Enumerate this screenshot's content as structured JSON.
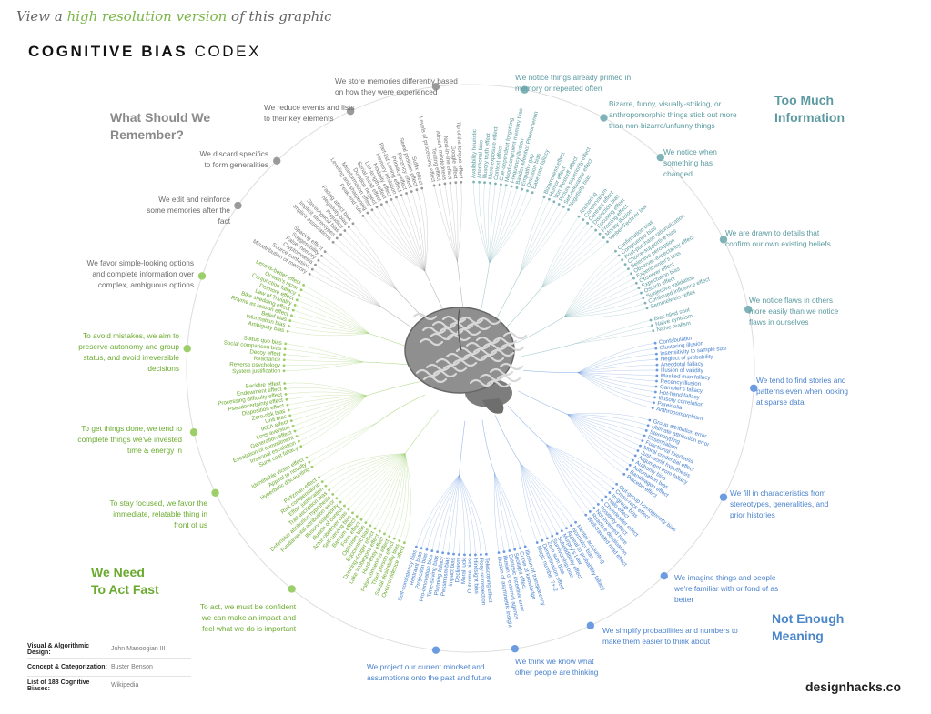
{
  "header": {
    "link_prefix": "View a ",
    "link_text": "high resolution version",
    "link_suffix": " of this graphic",
    "title_bold": "COGNITIVE BIAS",
    "title_light": "CODEX"
  },
  "quadrants": {
    "remember": {
      "line1": "What Should We",
      "line2": "Remember?"
    },
    "too_much": {
      "line1": "Too Much",
      "line2": "Information"
    },
    "act_fast": {
      "line1": "We Need",
      "line2": "To Act Fast"
    },
    "meaning": {
      "line1": "Not Enough",
      "line2": "Meaning"
    }
  },
  "colors": {
    "teal": "#7fb3b8",
    "blue": "#6b9be0",
    "green": "#9ccf6a",
    "gray": "#9a9a9a"
  },
  "categories": [
    {
      "desc": "We notice things already primed in memory or repeated often",
      "color": "teal",
      "biases": [
        "Availability heuristic",
        "Attentional bias",
        "Illusory truth effect",
        "Mere exposure effect",
        "Context effect",
        "Cue-dependent forgetting",
        "Mood-congruent memory bias",
        "Frequency illusion",
        "Baader-Meinhof Phenomenon",
        "Empathy gap",
        "Omission bias",
        "Base rate fallacy"
      ]
    },
    {
      "desc": "Bizarre, funny, visually-striking, or anthropomorphic things stick out more than non-bizarre/unfunny things",
      "color": "teal",
      "biases": [
        "Bizarreness effect",
        "Humor effect",
        "Von Restorff effect",
        "Picture superiority effect",
        "Self-relevance effect",
        "Negativity bias"
      ]
    },
    {
      "desc": "We notice when something has changed",
      "color": "teal",
      "biases": [
        "Anchoring",
        "Conservatism",
        "Contrast effect",
        "Distinction bias",
        "Focusing effect",
        "Framing effect",
        "Money illusion",
        "Weber-Fechner law"
      ]
    },
    {
      "desc": "We are drawn to details that confirm our own existing beliefs",
      "color": "teal",
      "biases": [
        "Confirmation bias",
        "Congruence bias",
        "Post-purchase rationalization",
        "Choice-supportive bias",
        "Selective perception",
        "Observer-expectancy effect",
        "Experimenter's bias",
        "Observer effect",
        "Expectation bias",
        "Ostrich effect",
        "Subjective validation",
        "Continued influence effect",
        "Semmelweis reflex"
      ]
    },
    {
      "desc": "We notice flaws in others more easily than we notice flaws in ourselves",
      "color": "teal",
      "biases": [
        "Bias blind spot",
        "Naïve cynicism",
        "Naïve realism"
      ]
    },
    {
      "desc": "We tend to find stories and patterns even when looking at sparse data",
      "color": "blue",
      "biases": [
        "Confabulation",
        "Clustering illusion",
        "Insensitivity to sample size",
        "Neglect of probability",
        "Anecdotal fallacy",
        "Illusion of validity",
        "Masked man fallacy",
        "Recency illusion",
        "Gambler's fallacy",
        "Hot-hand fallacy",
        "Illusory correlation",
        "Pareidolia",
        "Anthropomorphism"
      ]
    },
    {
      "desc": "We fill in characteristics from stereotypes, generalities, and prior histories",
      "color": "blue",
      "biases": [
        "Group attribution error",
        "Ultimate attribution error",
        "Stereotyping",
        "Essentialism",
        "Functional fixedness",
        "Moral credential effect",
        "Just-world hypothesis",
        "Argument from fallacy",
        "Authority bias",
        "Automation bias",
        "Bandwagon effect",
        "Placebo effect"
      ]
    },
    {
      "desc": "We imagine things and people we're familiar with or fond of as better",
      "color": "blue",
      "biases": [
        "Out-group homogeneity bias",
        "Cross-race effect",
        "In-group bias",
        "Halo effect",
        "Cheerleader effect",
        "Positivity effect",
        "Not invented here",
        "Reactive devaluation",
        "Well-traveled road effect"
      ]
    },
    {
      "desc": "We simplify probabilities and numbers to make them easier to think about",
      "color": "blue",
      "biases": [
        "Mental accounting",
        "Normalcy bias",
        "Appeal to probability fallacy",
        "Murphy's Law",
        "Subadditivity effect",
        "Survivorship bias",
        "Zero sum bias",
        "Denomination effect",
        "Magic number 7+-2"
      ]
    },
    {
      "desc": "We think we know what other people are thinking",
      "color": "blue",
      "biases": [
        "Illusion of transparency",
        "Curse of knowledge",
        "Spotlight effect",
        "Extrinsic incentive error",
        "Illusion of external agency",
        "Illusion of asymmetric insight"
      ]
    },
    {
      "desc": "We project our current mindset and assumptions onto the past and future",
      "color": "blue",
      "biases": [
        "Telescoping effect",
        "Rosy retrospection",
        "Hindsight bias",
        "Outcome bias",
        "Moral luck",
        "Declinism",
        "Impact bias",
        "Pessimism bias",
        "Planning fallacy",
        "Time-saving bias",
        "Pro-innovation bias",
        "Projection bias",
        "Restraint bias",
        "Self-consistency bias"
      ]
    },
    {
      "desc": "To act, we must be confident we can make an impact and feel what we do is important",
      "color": "green",
      "biases": [
        "Overconfidence effect",
        "Social desirability bias",
        "Third-person effect",
        "False consensus effect",
        "Hard-easy effect",
        "Lake Wobegone effect",
        "Dunning-Kruger effect",
        "Egocentric bias",
        "Optimism bias",
        "Forer effect",
        "Barnum effect",
        "Self-serving bias",
        "Actor-observer bias",
        "Illusion of control",
        "Illusory superiority",
        "Fundamental attribution error",
        "Defensive attribution hypothesis",
        "Trait ascription bias",
        "Effort justification",
        "Risk compensation",
        "Peltzman effect"
      ]
    },
    {
      "desc": "To stay focused, we favor the immediate, relatable thing in front of us",
      "color": "green",
      "biases": [
        "Hyperbolic discounting",
        "Appeal to novelty",
        "Identifiable victim effect"
      ]
    },
    {
      "desc": "To get things done, we tend to complete things we've invested time & energy in",
      "color": "green",
      "biases": [
        "Sunk cost fallacy",
        "Irrational escalation",
        "Escalation of commitment",
        "Generation effect",
        "Loss aversion",
        "IKEA effect",
        "Unit bias",
        "Zero-risk bias",
        "Disposition effect",
        "Pseudocertainty effect",
        "Processing difficulty effect",
        "Endowment effect",
        "Backfire effect"
      ]
    },
    {
      "desc": "To avoid mistakes, we aim to preserve autonomy and group status, and avoid irreversible decisions",
      "color": "green",
      "biases": [
        "System justification",
        "Reverse psychology",
        "Reactance",
        "Decoy effect",
        "Social comparison bias",
        "Status quo bias"
      ]
    },
    {
      "desc": "We favor simple-looking options and complete information over complex, ambiguous options",
      "color": "green",
      "biases": [
        "Ambiguity bias",
        "Information bias",
        "Belief bias",
        "Rhyme as reason effect",
        "Bike-shedding effect",
        "Law of Triviality",
        "Delmore effect",
        "Conjunction fallacy",
        "Occam's razor",
        "Less-is-better effect"
      ]
    },
    {
      "desc": "We edit and reinforce some memories after the fact",
      "color": "gray",
      "biases": [
        "Misattribution of memory",
        "Source confusion",
        "Cryptomnesia",
        "False memory",
        "Suggestibility",
        "Spacing effect"
      ]
    },
    {
      "desc": "We discard specifics to form generalities",
      "color": "gray",
      "biases": [
        "Implicit associations",
        "Implicit stereotypes",
        "Stereotypical bias",
        "Prejudice",
        "Negativity bias",
        "Fading affect bias"
      ]
    },
    {
      "desc": "We reduce events and lists to their key elements",
      "color": "gray",
      "biases": [
        "Peak-end rule",
        "Leveling and sharpening",
        "Misinformation effect",
        "Duration neglect",
        "Serial recall effect",
        "List-length effect",
        "Modality effect",
        "Memory inhibition",
        "Part-list cueing effect",
        "Primacy effect",
        "Recency effect",
        "Serial position effect",
        "Suffix effect"
      ]
    },
    {
      "desc": "We store memories differently based on how they were experienced",
      "color": "gray",
      "biases": [
        "Levels of processing effect",
        "Testing effect",
        "Absent-mindedness",
        "Next-in-line effect",
        "Google effect",
        "Tip of the tongue effect"
      ]
    }
  ],
  "credits": [
    {
      "label": "Visual & Algorithmic Design:",
      "value": "John Manoogian III"
    },
    {
      "label": "Concept & Categorization:",
      "value": "Buster Benson"
    },
    {
      "label": "List of 188 Cognitive Biases:",
      "value": "Wikipedia"
    }
  ],
  "brand": "designhacks.co"
}
